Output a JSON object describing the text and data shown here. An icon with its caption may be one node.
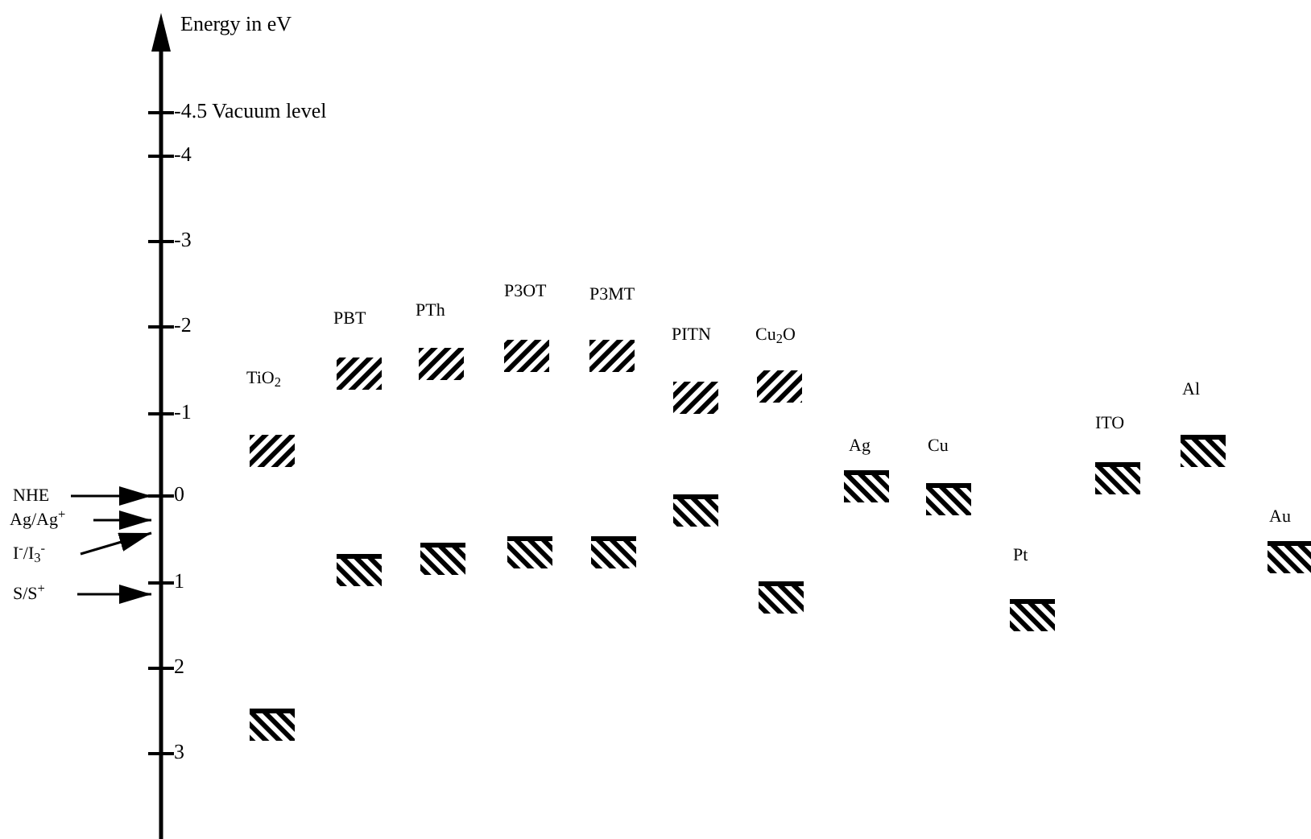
{
  "diagram": {
    "nodes": [
      {
        "text": [
          "NHE"
        ]
      },
      {
        "text": [
          "Ag/Ag$^{+}$"
        ]
      },
      {
        "text": [
          "I$^{-}$/I$_{3}$$^{-}$"
        ]
      },
      {
        "text": [
          "S/S$^{+}$"
        ]
      },
      {
        "text": [],
        "shape": "bar"
      }
    ],
    "edges": [
      {
        "from": 0,
        "to": 4,
        "arrow": "to"
      },
      {
        "from": 1,
        "to": 4,
        "arrow": "to"
      },
      {
        "from": 2,
        "to": 4,
        "arrow": "to"
      },
      {
        "from": 3,
        "to": 4,
        "arrow": "to"
      }
    ],
    "labels": [
      "Energy in eV",
      "-4.5 Vacuum level",
      "-4",
      "-3",
      "-2",
      "-1",
      "0",
      "1",
      "2",
      "3",
      "TiO$_{2}$",
      "PBT",
      "PTh",
      "P3OT",
      "P3MT",
      "PITN",
      "Cu$_{2}$O",
      "Ag",
      "Cu",
      "Pt",
      "ITO",
      "Al",
      "Au"
    ]
  }
}
